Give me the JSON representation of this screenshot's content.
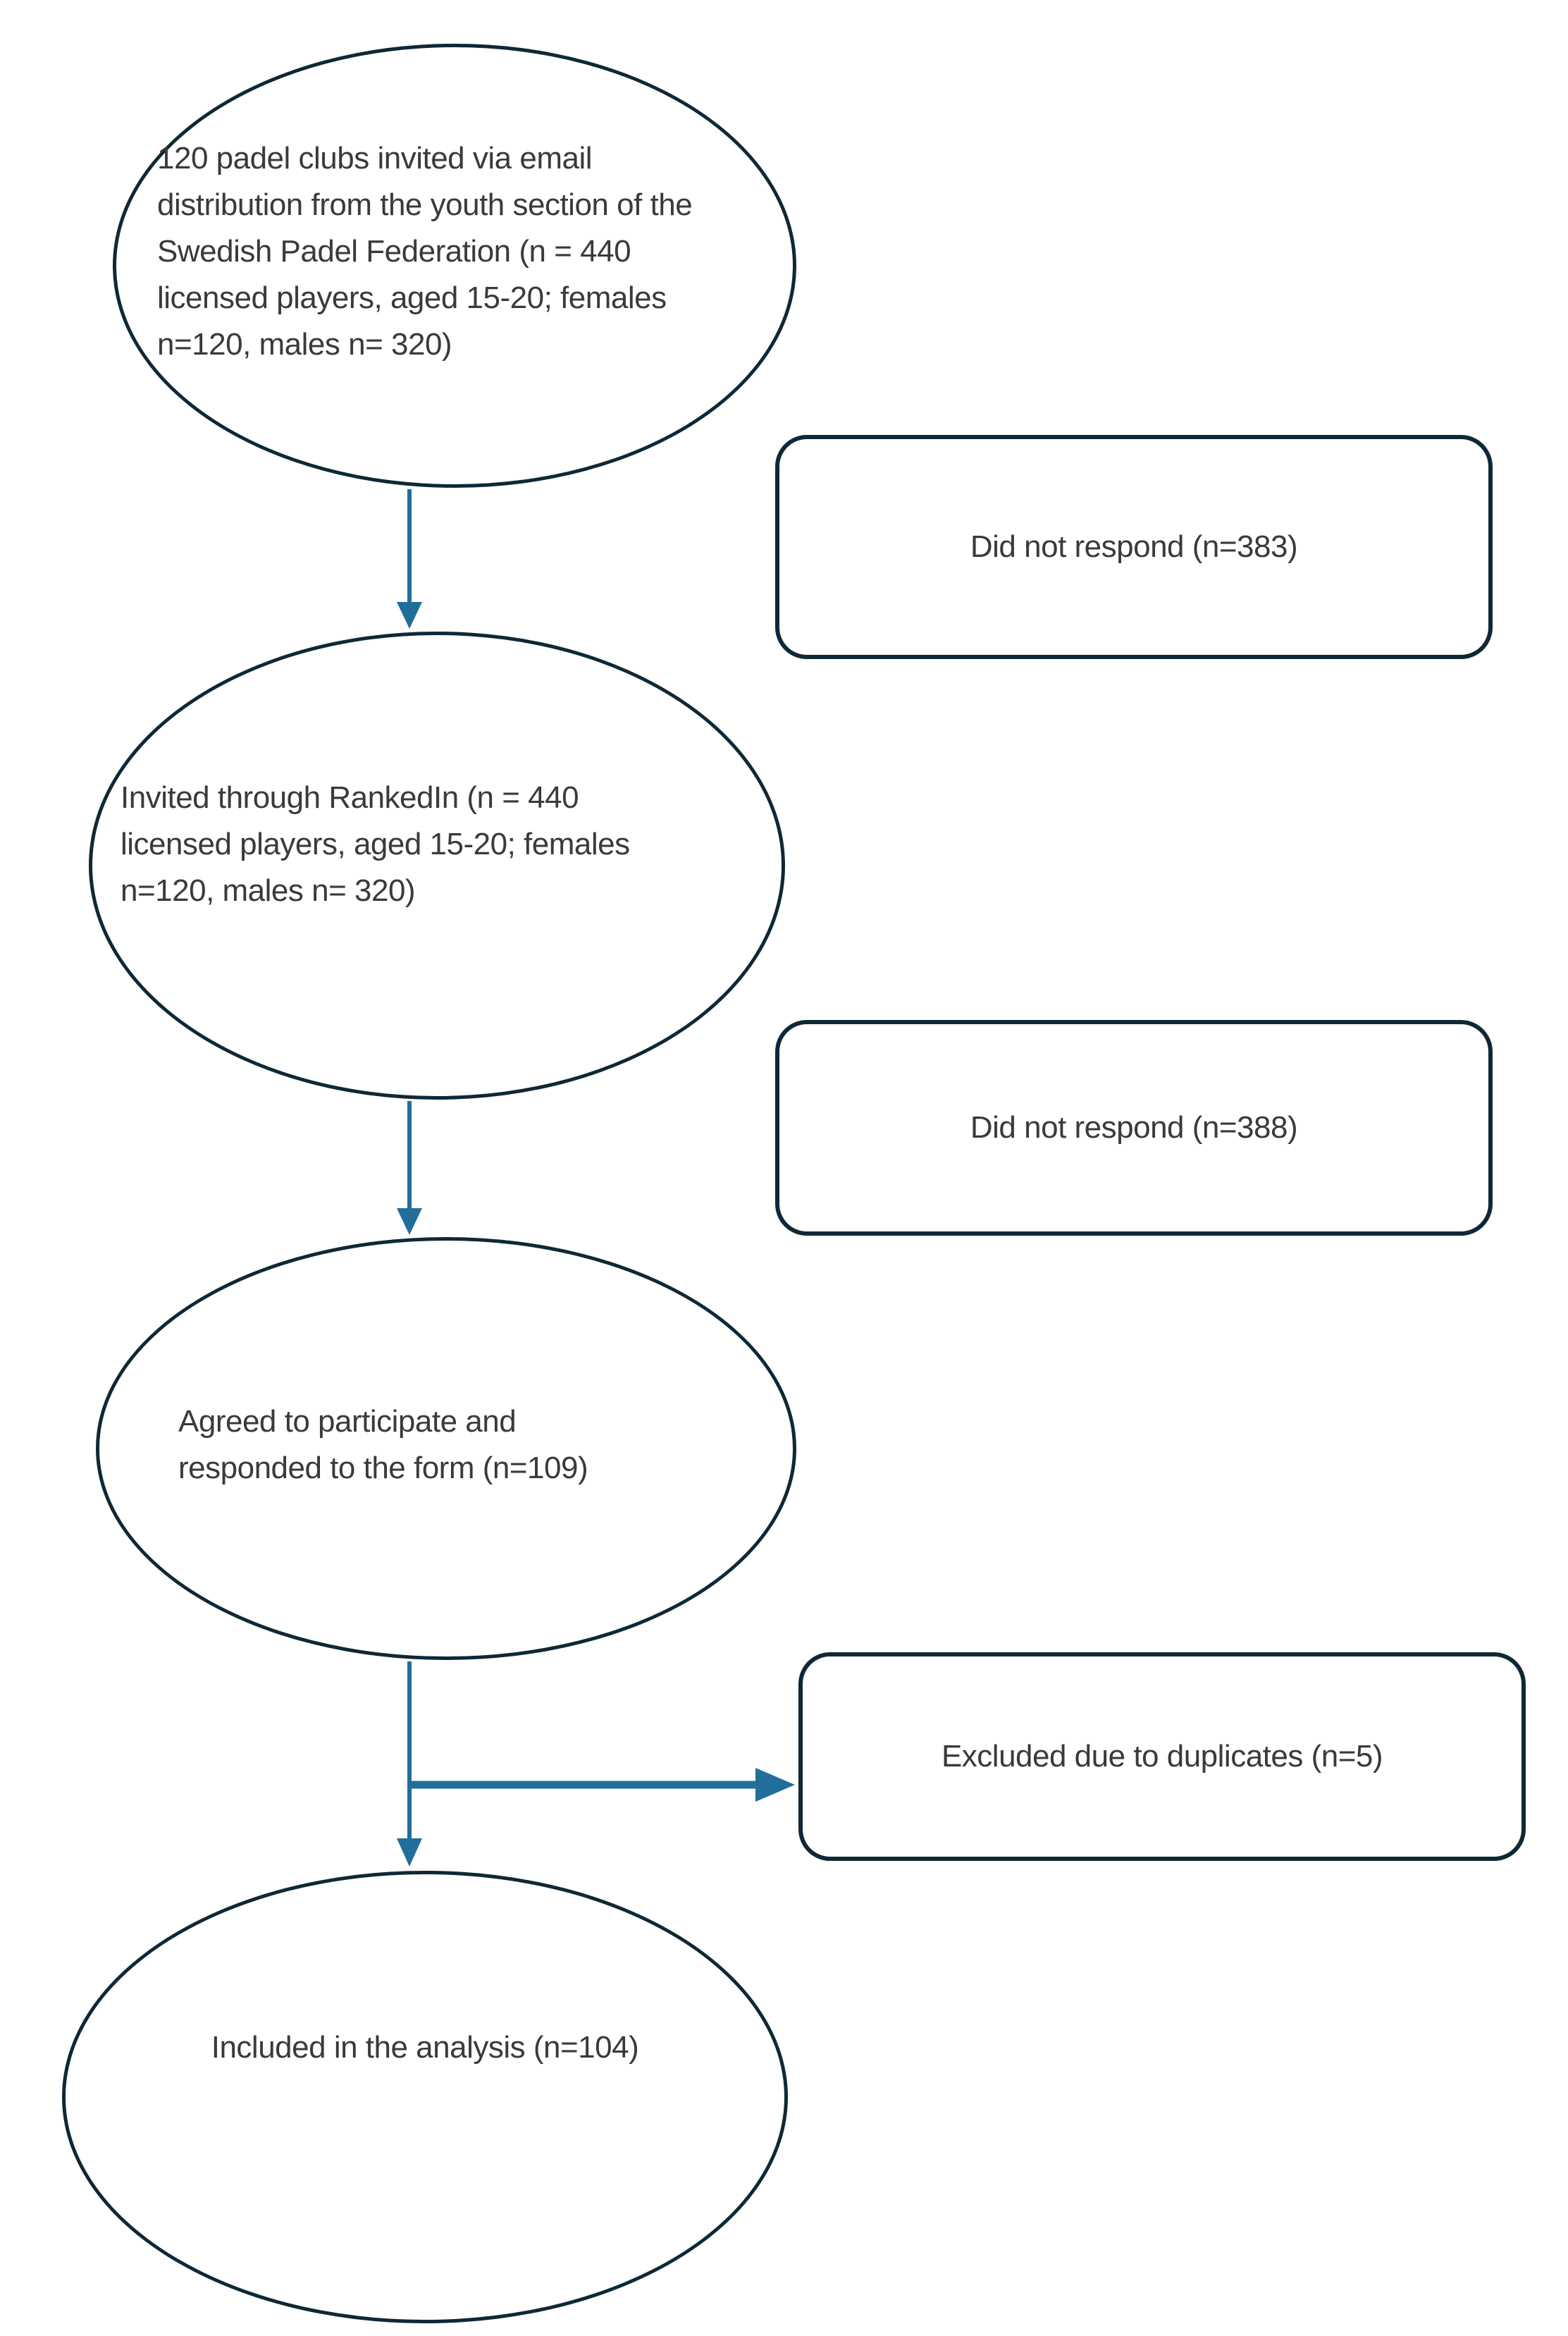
{
  "diagram": {
    "kind": "participant-flow-diagram",
    "background": "#ffffff",
    "colors": {
      "shape_stroke": "#0e2836",
      "arrow": "#216e9b",
      "text": "#3a3a3a"
    },
    "nodes": {
      "clubs_invited": {
        "shape": "ellipse",
        "text": "120 padel clubs invited via email distribution from the youth section of the Swedish Padel Federation (n = 440 licensed players, aged 15-20; females n=120, males n= 320)"
      },
      "no_response_email": {
        "shape": "rounded-rect",
        "text": "Did not respond (n=383)"
      },
      "rankedin_invited": {
        "shape": "ellipse",
        "text": "Invited through RankedIn (n = 440 licensed players, aged 15-20; females n=120, males n= 320)"
      },
      "no_response_rankedin": {
        "shape": "rounded-rect",
        "text": "Did not respond (n=388)"
      },
      "agreed": {
        "shape": "ellipse",
        "text": "Agreed to participate and responded to the form (n=109)"
      },
      "excluded_duplicates": {
        "shape": "rounded-rect",
        "text": "Excluded due to duplicates (n=5)"
      },
      "included": {
        "shape": "ellipse",
        "text": "Included in the analysis (n=104)"
      }
    },
    "edges": [
      {
        "from": "clubs_invited",
        "to": "rankedin_invited",
        "type": "arrow-down"
      },
      {
        "from": "rankedin_invited",
        "to": "agreed",
        "type": "arrow-down"
      },
      {
        "from": "agreed",
        "to": "included",
        "type": "arrow-down"
      },
      {
        "from": "agreed",
        "to": "excluded_duplicates",
        "type": "arrow-right"
      }
    ]
  }
}
